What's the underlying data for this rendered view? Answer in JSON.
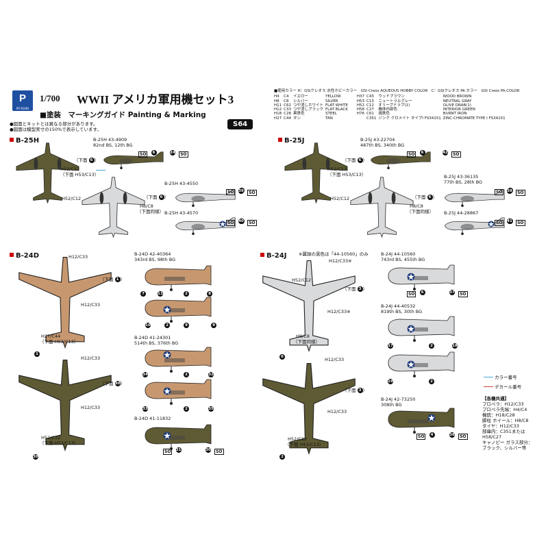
{
  "logo": {
    "text": "PIT-ROAD"
  },
  "header": {
    "scale": "1/700",
    "title": "WWII アメリカ軍用機セット3",
    "subtitle": "■塗装　マーキングガイド Painting & Marking",
    "note1": "●図面とキットとは異なる部分があります。",
    "note2": "●図面は模型実寸の150%で表示しています。",
    "code": "S64"
  },
  "palette": {
    "heading": "■使用カラー",
    "legend": "H：GSIクレオス 水性ホビーカラー　GSI Creos AQUEOUS HOBBY COLOR　C：GSIクレオス Mr.カラー　GSI Creos Mr.COLOR",
    "rows": [
      [
        "H4",
        "C4",
        "イエロー",
        "YELLOW"
      ],
      [
        "H8",
        "C8",
        "シルバー",
        "SILVER"
      ],
      [
        "H11",
        "C62",
        "つや消しホワイト",
        "FLAT WHITE"
      ],
      [
        "H12",
        "C33",
        "つや消しブラック",
        "FLAT BLACK"
      ],
      [
        "H18",
        "C28",
        "黒鉄色",
        "STEEL"
      ],
      [
        "H27",
        "C44",
        "タン",
        "TAN"
      ]
    ],
    "rows2": [
      [
        "H37",
        "C43",
        "ウッドブラウン",
        "WOOD BROWN"
      ],
      [
        "H53",
        "C13",
        "ニュートラルグレー",
        "NEUTRAL GRAY"
      ],
      [
        "H52",
        "C12",
        "オリーブドラブ(1)",
        "OLIVE DRAB(1)"
      ],
      [
        "H58",
        "C27",
        "機体内部色",
        "INTERIOR GREEN"
      ],
      [
        "H76",
        "C61",
        "焼鉄色",
        "BURNT IRON"
      ],
      [
        "",
        "C351",
        "ジンク クロメイト タイプI FS34151",
        "ZINC-CHROMATE TYPE I FS34151"
      ]
    ]
  },
  "b25h": {
    "title": "B-25H",
    "a1": {
      "line1": "B-25H 43-4909",
      "line2": "82nd BS, 12th BG"
    },
    "a2": {
      "line1": "B-25H 43-4550"
    },
    "a3": {
      "line1": "B-25H 43-4570"
    },
    "c1": "H52/C12",
    "c2": "（下面 H53/C13）",
    "c3": "H52/C12",
    "c4": "H8/C8",
    "c5": "（下面同様）",
    "under1": "（下面",
    "under2": "（下面"
  },
  "b25j": {
    "title": "B-25J",
    "a1": {
      "line1": "B-25J 43-22704",
      "line2": "487th BS, 340th BG"
    },
    "a2": {
      "line1": "B-25J 43-36135",
      "line2": "77th BS, 28th BG"
    },
    "a3": {
      "line1": "B-25J 44-28867"
    },
    "c1": "H52/C12",
    "c2": "（下面 H53/C13）",
    "c3": "H52/C12",
    "c4": "H8/C8",
    "c5": "（下面同様）",
    "under1": "（下面",
    "under2": "（下面"
  },
  "b24d": {
    "title": "B-24D",
    "a1": {
      "line1": "B-24D 42-40364",
      "line2": "343rd BS, 98th BG"
    },
    "a2": {
      "line1": "B-24D 41-24301",
      "line2": "514th BS, 376th BG"
    },
    "a3": {
      "line1": "B-24D 41-11832"
    },
    "c1": "H12/C33",
    "c2": "H12/C33",
    "c3": "H27/C44",
    "c4": "（下面 H53/C13）",
    "c5": "H12/C33",
    "c6": "H12/C33",
    "c7": "H52/C12",
    "c8": "（下面 H53/C13）",
    "under1": "（下面",
    "under2": "（下面"
  },
  "b24j": {
    "title": "B-24J",
    "note": "※翼録の黒色は「44-10560」のみ",
    "a1": {
      "line1": "B-24J 44-10560",
      "line2": "743rd BS, 455th BG"
    },
    "a2": {
      "line1": "B-24J 44-40532",
      "line2": "819th BS, 30th BG"
    },
    "a3": {
      "line1": "B-24J 42-73250",
      "line2": "308th BG"
    },
    "c1": "H12/C33※",
    "c2": "H52/C12",
    "c3": "H12/C33※",
    "c4": "H8/C8",
    "c5": "（下面同様）",
    "c6": "H12/C33",
    "c7": "H12/C33",
    "c8": "H52/C12",
    "c9": "（下面 H53/C13）",
    "under1": "（下面",
    "under2": "（下面"
  },
  "legend": {
    "color": "カラー番号",
    "decal": "デカール番号"
  },
  "common": {
    "heading": "【各機共通】",
    "lines": [
      "プロペラ：H12/C33",
      "プロペラ先端：H4/C4",
      "機銃：H18/C28",
      "脚柱 ホイール：H8/C8",
      "タイヤ：H12/C33",
      "部庫内：C351または",
      "H58/C27",
      "キャノピー ガラス部分：",
      "ブラック、シルバー等"
    ]
  },
  "so": "SO",
  "colors": {
    "olive": "#5e5a34",
    "silver": "#d9dadc",
    "tan": "#c79870",
    "brown": "#8b6a45",
    "yellow": "#e9c200",
    "red": "#c00000",
    "leader": "#4aa6d8"
  }
}
